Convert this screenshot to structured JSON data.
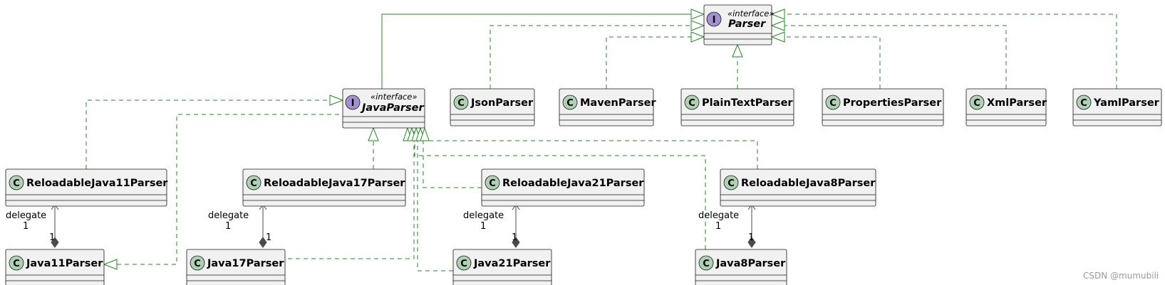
{
  "stereotype": "«interface»",
  "interfaces": {
    "parser": "Parser",
    "java_parser": "JavaParser"
  },
  "classes": {
    "json": "JsonParser",
    "maven": "MavenParser",
    "plaintext": "PlainTextParser",
    "properties": "PropertiesParser",
    "xml": "XmlParser",
    "yaml": "YamlParser",
    "r11": "ReloadableJava11Parser",
    "r17": "ReloadableJava17Parser",
    "r21": "ReloadableJava21Parser",
    "r8": "ReloadableJava8Parser",
    "j11": "Java11Parser",
    "j17": "Java17Parser",
    "j21": "Java21Parser",
    "j8": "Java8Parser"
  },
  "icons": {
    "class": "C",
    "interface": "I"
  },
  "colors": {
    "class_icon": "#add1b2",
    "interface_icon": "#a48fd1",
    "realization": "#1f8a1f"
  },
  "association": {
    "role": "delegate",
    "multiplicity": "1"
  },
  "watermark": "CSDN @mumubili"
}
